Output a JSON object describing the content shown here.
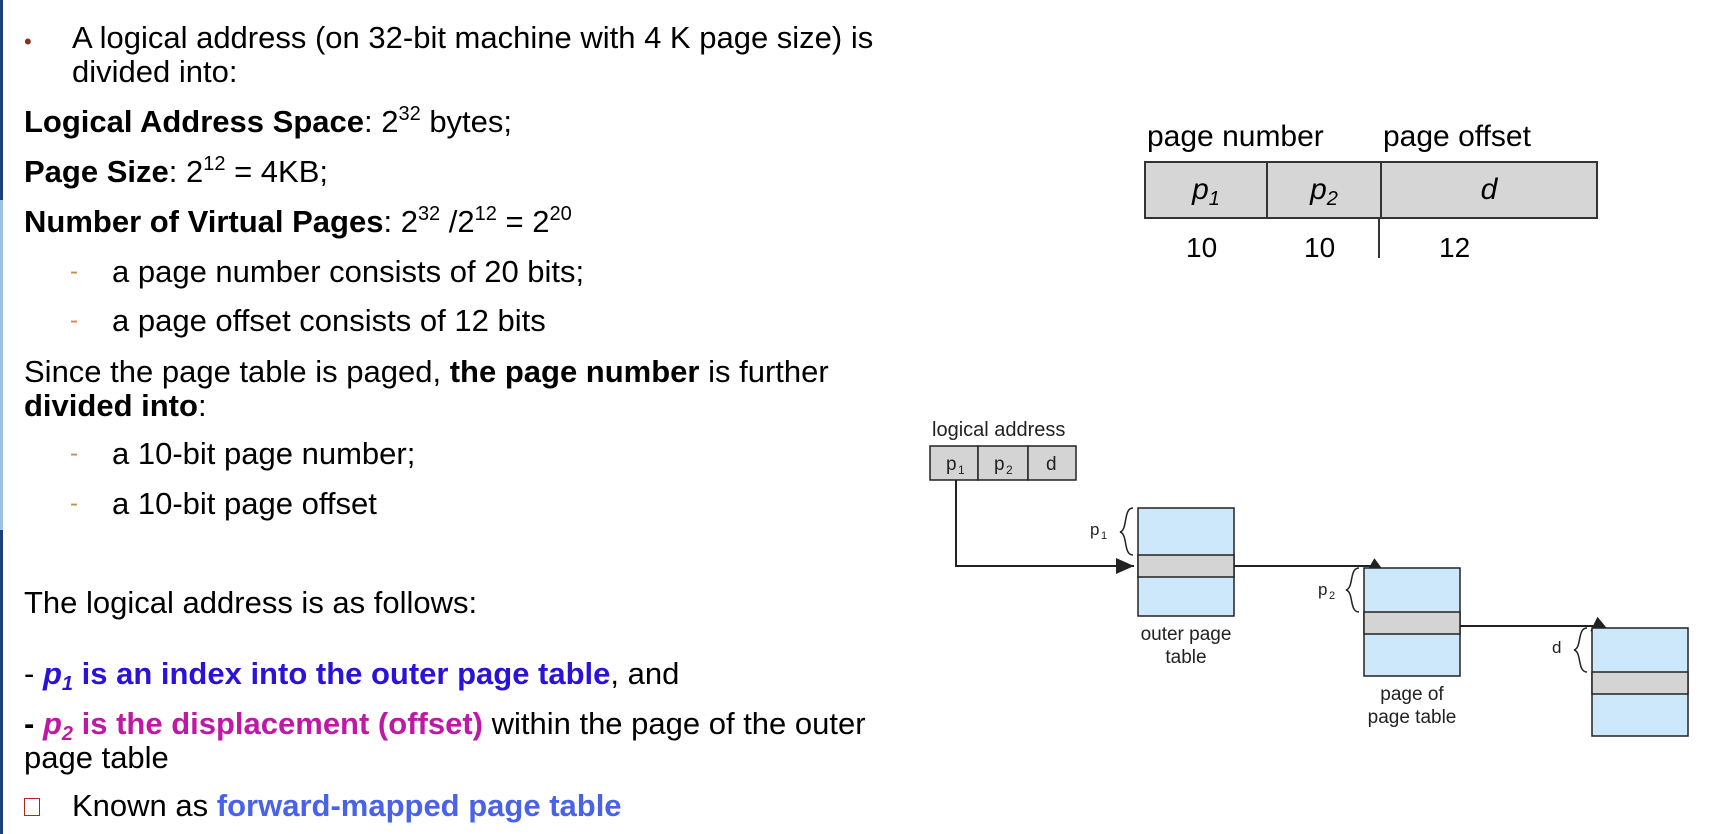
{
  "bullet_intro": {
    "line1": "A logical address (on 32-bit machine with 4 K page size) is",
    "line2": "divided into:"
  },
  "logical_space": {
    "label": "Logical Address Space",
    "text": ": 2",
    "exp": "32",
    "tail": " bytes;"
  },
  "page_size": {
    "label": "Page Size",
    "text": ": 2",
    "exp": "12",
    "tail": " = 4KB;"
  },
  "virtual_pages": {
    "label": "Number of Virtual Pages",
    "base1": ": 2",
    "exp1": "32",
    "base2": " /2",
    "exp2": "12",
    "base3": " = 2",
    "exp3": "20"
  },
  "sub1": {
    "item1": "a page number consists of 20 bits;",
    "item2": "a page offset consists of 12 bits"
  },
  "paged": {
    "pre": "Since the page table is paged, ",
    "bold1": "the page number",
    "mid": " is further",
    "bold2": "divided into",
    "post": ":"
  },
  "sub2": {
    "item1": "a 10-bit page number;",
    "item2": "a 10-bit page offset"
  },
  "follows": "The logical address is as follows:",
  "p1_line": {
    "dash": "- ",
    "p": "p",
    "sub": "1",
    "rest": " is an index into the outer page table",
    "tail": ", and"
  },
  "p2_line": {
    "dash": "- ",
    "p": "p",
    "sub": "2",
    "rest": " is the displacement (offset)",
    "tail": " within the page of the outer",
    "line2": "page table"
  },
  "known": {
    "pre": "Known as ",
    "link": "forward-mapped page table"
  },
  "addr_diagram": {
    "header_page_number": "page number",
    "header_page_offset": "page offset",
    "cells": [
      "p",
      "p",
      "d"
    ],
    "cell_subs": [
      "1",
      "2",
      ""
    ],
    "bits": [
      "10",
      "10",
      "12"
    ]
  },
  "paging_diagram": {
    "logical_address_label": "logical address",
    "fields": [
      "p",
      "p",
      "d"
    ],
    "field_subs": [
      "1",
      "2",
      ""
    ],
    "p1_label": "p",
    "p1_sub": "1",
    "p2_label": "p",
    "p2_sub": "2",
    "d_label": "d",
    "outer_table_label_1": "outer page",
    "outer_table_label_2": "table",
    "page_of_table_label_1": "page of",
    "page_of_table_label_2": "page table",
    "colors": {
      "table_fill": "#cce8fa",
      "entry_fill": "#d4d4d4",
      "line": "#222222"
    }
  },
  "colors": {
    "blue": "#2a12d8",
    "magenta": "#c018a6",
    "forward": "#4a62e8",
    "bullet": "#8b2e1a",
    "dash": "#d08a48"
  }
}
